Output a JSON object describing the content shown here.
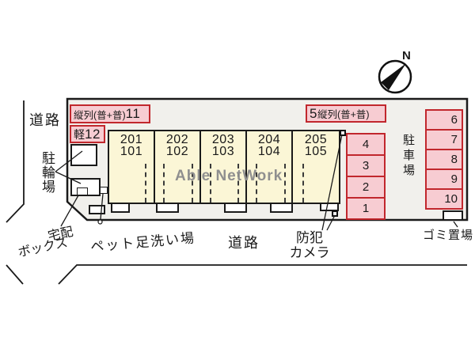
{
  "watermark": {
    "text": "Able NetWork",
    "color": "#8f8f8f"
  },
  "compass": {
    "label": "N"
  },
  "labels": {
    "road_left": "道路",
    "bike_parking": "駐輪場",
    "delivery_line1": "宅配",
    "delivery_line2": "ボックス",
    "pet_wash": "ペット足洗い場",
    "road_bottom": "道路",
    "camera_line1": "防犯",
    "camera_line2": "カメラ",
    "garbage": "ゴミ置場",
    "parking_lot": "駐車場"
  },
  "tags": {
    "tandem11_prefix": "縦列(普+普)",
    "tandem11_number": "11",
    "kei_prefix": "軽",
    "kei_number": "12",
    "tandem5_number": "5",
    "tandem5_suffix": "縦列(普+普)"
  },
  "building": {
    "units": [
      {
        "upper": "201",
        "lower": "101"
      },
      {
        "upper": "202",
        "lower": "102"
      },
      {
        "upper": "203",
        "lower": "103"
      },
      {
        "upper": "204",
        "lower": "104"
      },
      {
        "upper": "205",
        "lower": "105"
      }
    ]
  },
  "parking": {
    "side_column": [
      "4",
      "3",
      "2",
      "1"
    ],
    "right_column": [
      "6",
      "7",
      "8",
      "9",
      "10"
    ]
  },
  "colors": {
    "tag_fill": "#f7ccd2",
    "tag_border": "#c1272d",
    "building_fill": "#fbf6d6",
    "site_fill": "#f1f0ec",
    "line": "#1a1a1a"
  }
}
